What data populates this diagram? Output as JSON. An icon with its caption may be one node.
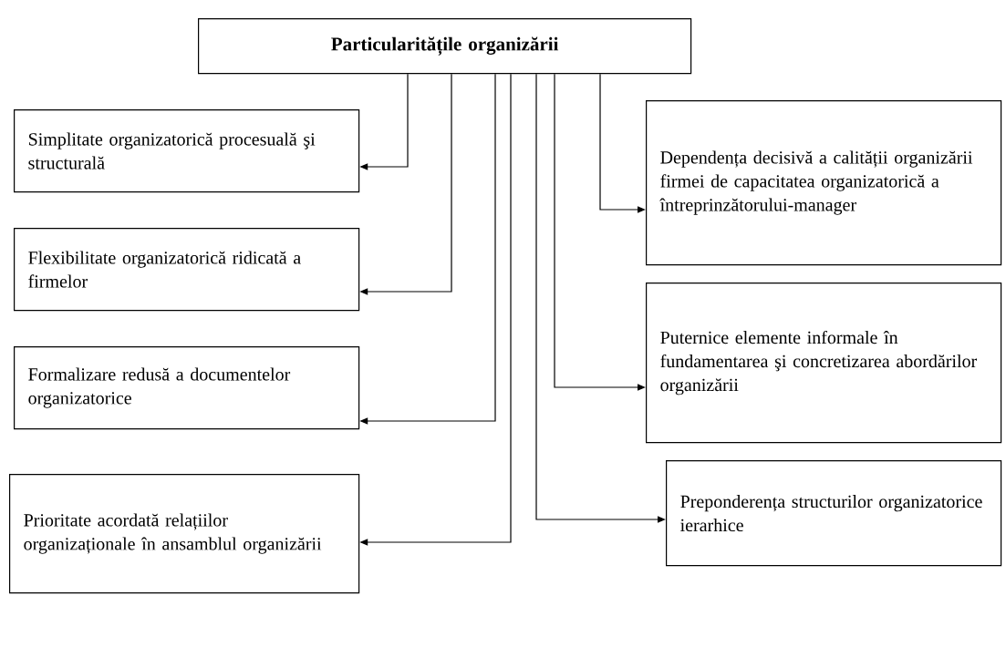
{
  "diagram": {
    "nodes": [
      {
        "text": [
          "Particularitățile organizării"
        ]
      },
      {
        "text": [
          "Simplitate organizatorică procesuală şi structurală"
        ]
      },
      {
        "text": [
          "Flexibilitate organizatorică ridicată a firmelor"
        ]
      },
      {
        "text": [
          "Formalizare redusă a documentelor organizatorice"
        ]
      },
      {
        "text": [
          "Prioritate acordată relațiilor organizaționale în ansamblul organizării"
        ]
      },
      {
        "text": [
          "Dependența decisivă a calității organizării firmei de capacitatea organizatorică a întreprinzătorului-manager"
        ]
      },
      {
        "text": [
          "Puternice elemente informale în fundamentarea şi concretizarea abordărilor organizării"
        ]
      },
      {
        "text": [
          "Preponderența structurilor organizatorice ierarhice"
        ]
      }
    ],
    "edges": [
      {
        "from": 0,
        "to": 1,
        "arrow": "to"
      },
      {
        "from": 0,
        "to": 2,
        "arrow": "to"
      },
      {
        "from": 0,
        "to": 3,
        "arrow": "to"
      },
      {
        "from": 0,
        "to": 4,
        "arrow": "to"
      },
      {
        "from": 0,
        "to": 5,
        "arrow": "to"
      },
      {
        "from": 0,
        "to": 6,
        "arrow": "to"
      },
      {
        "from": 0,
        "to": 7,
        "arrow": "to"
      }
    ]
  }
}
